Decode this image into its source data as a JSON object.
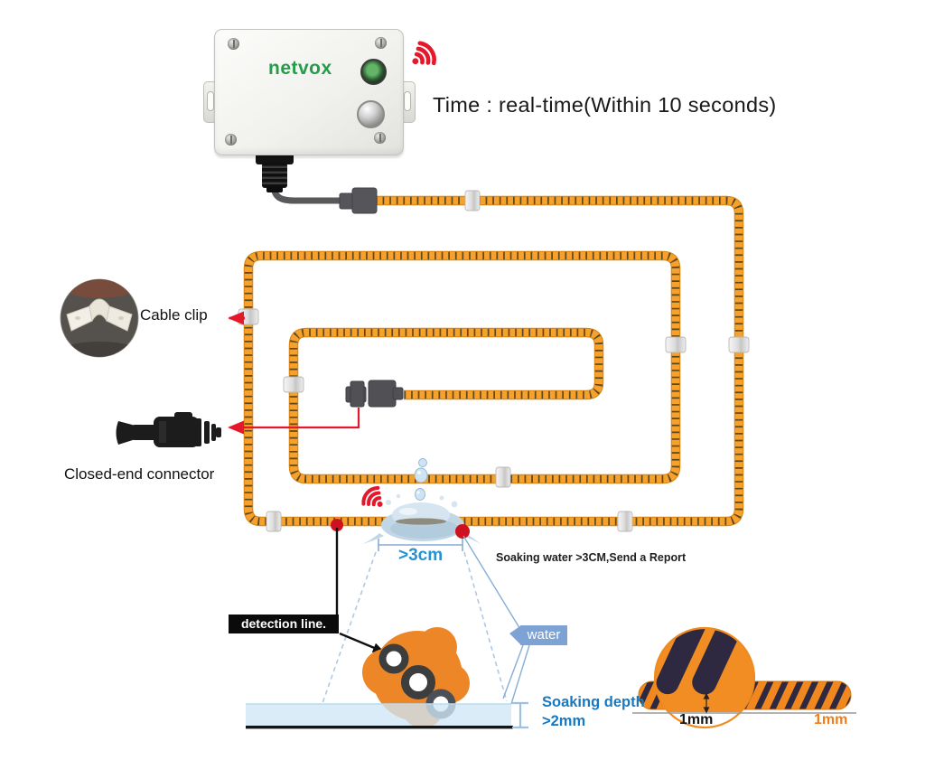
{
  "title_note": "Time : real-time(Within 10 seconds)",
  "device": {
    "brand": "netvox"
  },
  "labels": {
    "cable_clip": "Cable clip",
    "closed_end_connector": "Closed-end connector",
    "detection_line": "detection line.",
    "water": "water",
    "distance": ">3cm",
    "soaking_note": "Soaking water >3CM,Send a Report",
    "soaking_depth_1": "Soaking depth",
    "soaking_depth_2": ">2mm",
    "stripe_gap_black": "1mm",
    "stripe_gap_orange": "1mm"
  },
  "icons": {
    "signal": "wifi-signal-icon",
    "drop": "water-drop-icon",
    "splash": "water-splash-icon",
    "clip_photo": "cable-clip-photo",
    "connector_photo": "closed-end-connector-photo",
    "led": "led-indicator-icon",
    "button": "function-button-icon",
    "screw": "screw-icon"
  },
  "colors": {
    "cable_orange": "#F2991E",
    "cable_stripe": "#43381F",
    "wifi_red": "#E5182B",
    "accent_blue": "#1E82C8",
    "callout_blue": "#85AED6",
    "water_fill": "#CFE7F6",
    "water_label_bg": "#7DA3D4",
    "netvox_green": "#279B4B",
    "rope_navy": "#2E2940"
  }
}
